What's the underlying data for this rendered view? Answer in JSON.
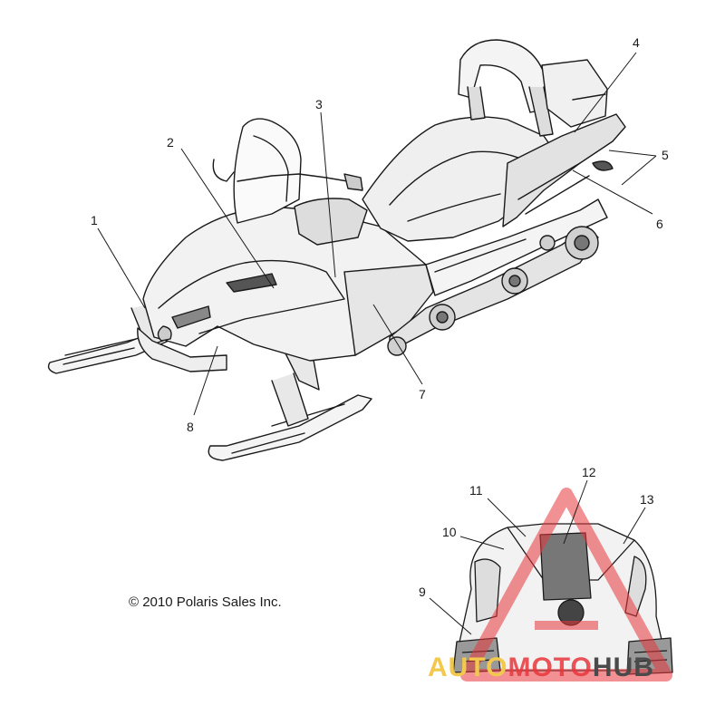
{
  "callouts": [
    "1",
    "2",
    "3",
    "4",
    "5",
    "6",
    "7",
    "8",
    "9",
    "10",
    "11",
    "12",
    "13"
  ],
  "copyright": "© 2010 Polaris Sales Inc.",
  "watermark": {
    "part_a": "AUTO",
    "part_b": "MOTO",
    "part_c": "HUB"
  },
  "colors": {
    "line": "#1a1a1a",
    "watermark_red": "#e8373d",
    "watermark_yellow": "#f2c94c"
  }
}
